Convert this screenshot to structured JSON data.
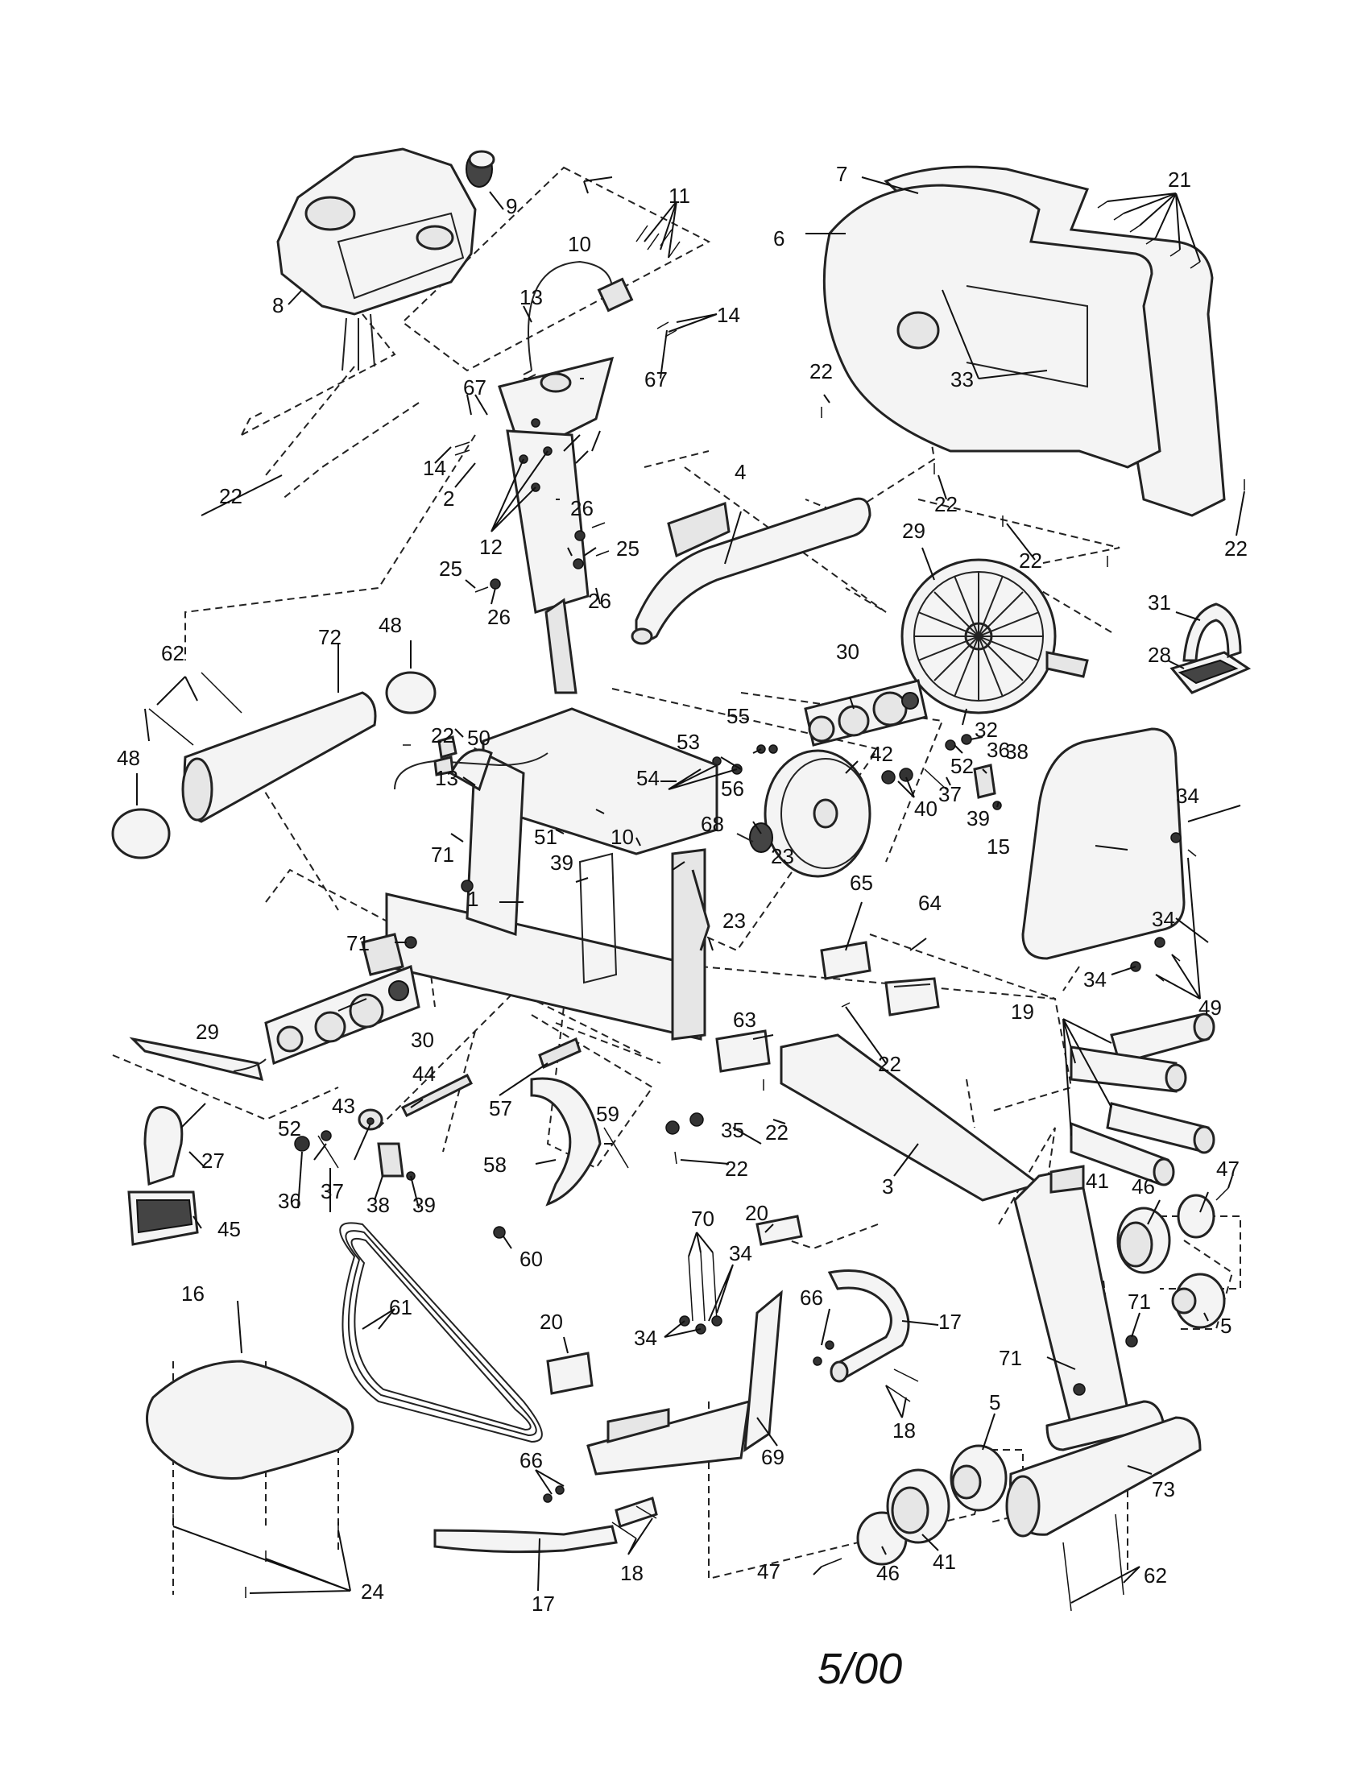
{
  "diagram": {
    "part_callouts": {
      "c1": "1",
      "c2": "2",
      "c3": "3",
      "c4": "4",
      "c5a": "5",
      "c5b": "5",
      "c6": "6",
      "c7": "7",
      "c8": "8",
      "c9": "9",
      "c10a": "10",
      "c10b": "10",
      "c11": "11",
      "c12": "12",
      "c13a": "13",
      "c13b": "13",
      "c14a": "14",
      "c14b": "14",
      "c15": "15",
      "c16": "16",
      "c17a": "17",
      "c17b": "17",
      "c18a": "18",
      "c18b": "18",
      "c19": "19",
      "c20a": "20",
      "c20b": "20",
      "c21": "21",
      "c22a": "22",
      "c22b": "22",
      "c22c": "22",
      "c22d": "22",
      "c22e": "22",
      "c22f": "22",
      "c22g": "22",
      "c22h": "22",
      "c22i": "22",
      "c23a": "23",
      "c23b": "23",
      "c24": "24",
      "c25a": "25",
      "c25b": "25",
      "c26a": "26",
      "c26b": "26",
      "c26c": "26",
      "c27": "27",
      "c28": "28",
      "c29a": "29",
      "c29b": "29",
      "c30a": "30",
      "c30b": "30",
      "c31": "31",
      "c32": "32",
      "c33": "33",
      "c34a": "34",
      "c34b": "34",
      "c34c": "34",
      "c34d": "34",
      "c34e": "34",
      "c35": "35",
      "c36a": "36",
      "c36b": "36",
      "c37a": "37",
      "c37b": "37",
      "c38a": "38",
      "c38b": "38",
      "c39a": "39",
      "c39b": "39",
      "c39c": "39",
      "c40": "40",
      "c41a": "41",
      "c41b": "41",
      "c42": "42",
      "c43": "43",
      "c44": "44",
      "c45": "45",
      "c46a": "46",
      "c46b": "46",
      "c47a": "47",
      "c47b": "47",
      "c48a": "48",
      "c48b": "48",
      "c49": "49",
      "c50": "50",
      "c51": "51",
      "c52a": "52",
      "c52b": "52",
      "c53": "53",
      "c54": "54",
      "c55": "55",
      "c56": "56",
      "c57": "57",
      "c58": "58",
      "c59": "59",
      "c60": "60",
      "c61": "61",
      "c62a": "62",
      "c62b": "62",
      "c63": "63",
      "c64": "64",
      "c65": "65",
      "c66a": "66",
      "c66b": "66",
      "c67a": "67",
      "c67b": "67",
      "c68": "68",
      "c69": "69",
      "c70": "70",
      "c71a": "71",
      "c71b": "71",
      "c71c": "71",
      "c71d": "71",
      "c72": "72",
      "c73": "73"
    },
    "revision_date": "5/00"
  }
}
